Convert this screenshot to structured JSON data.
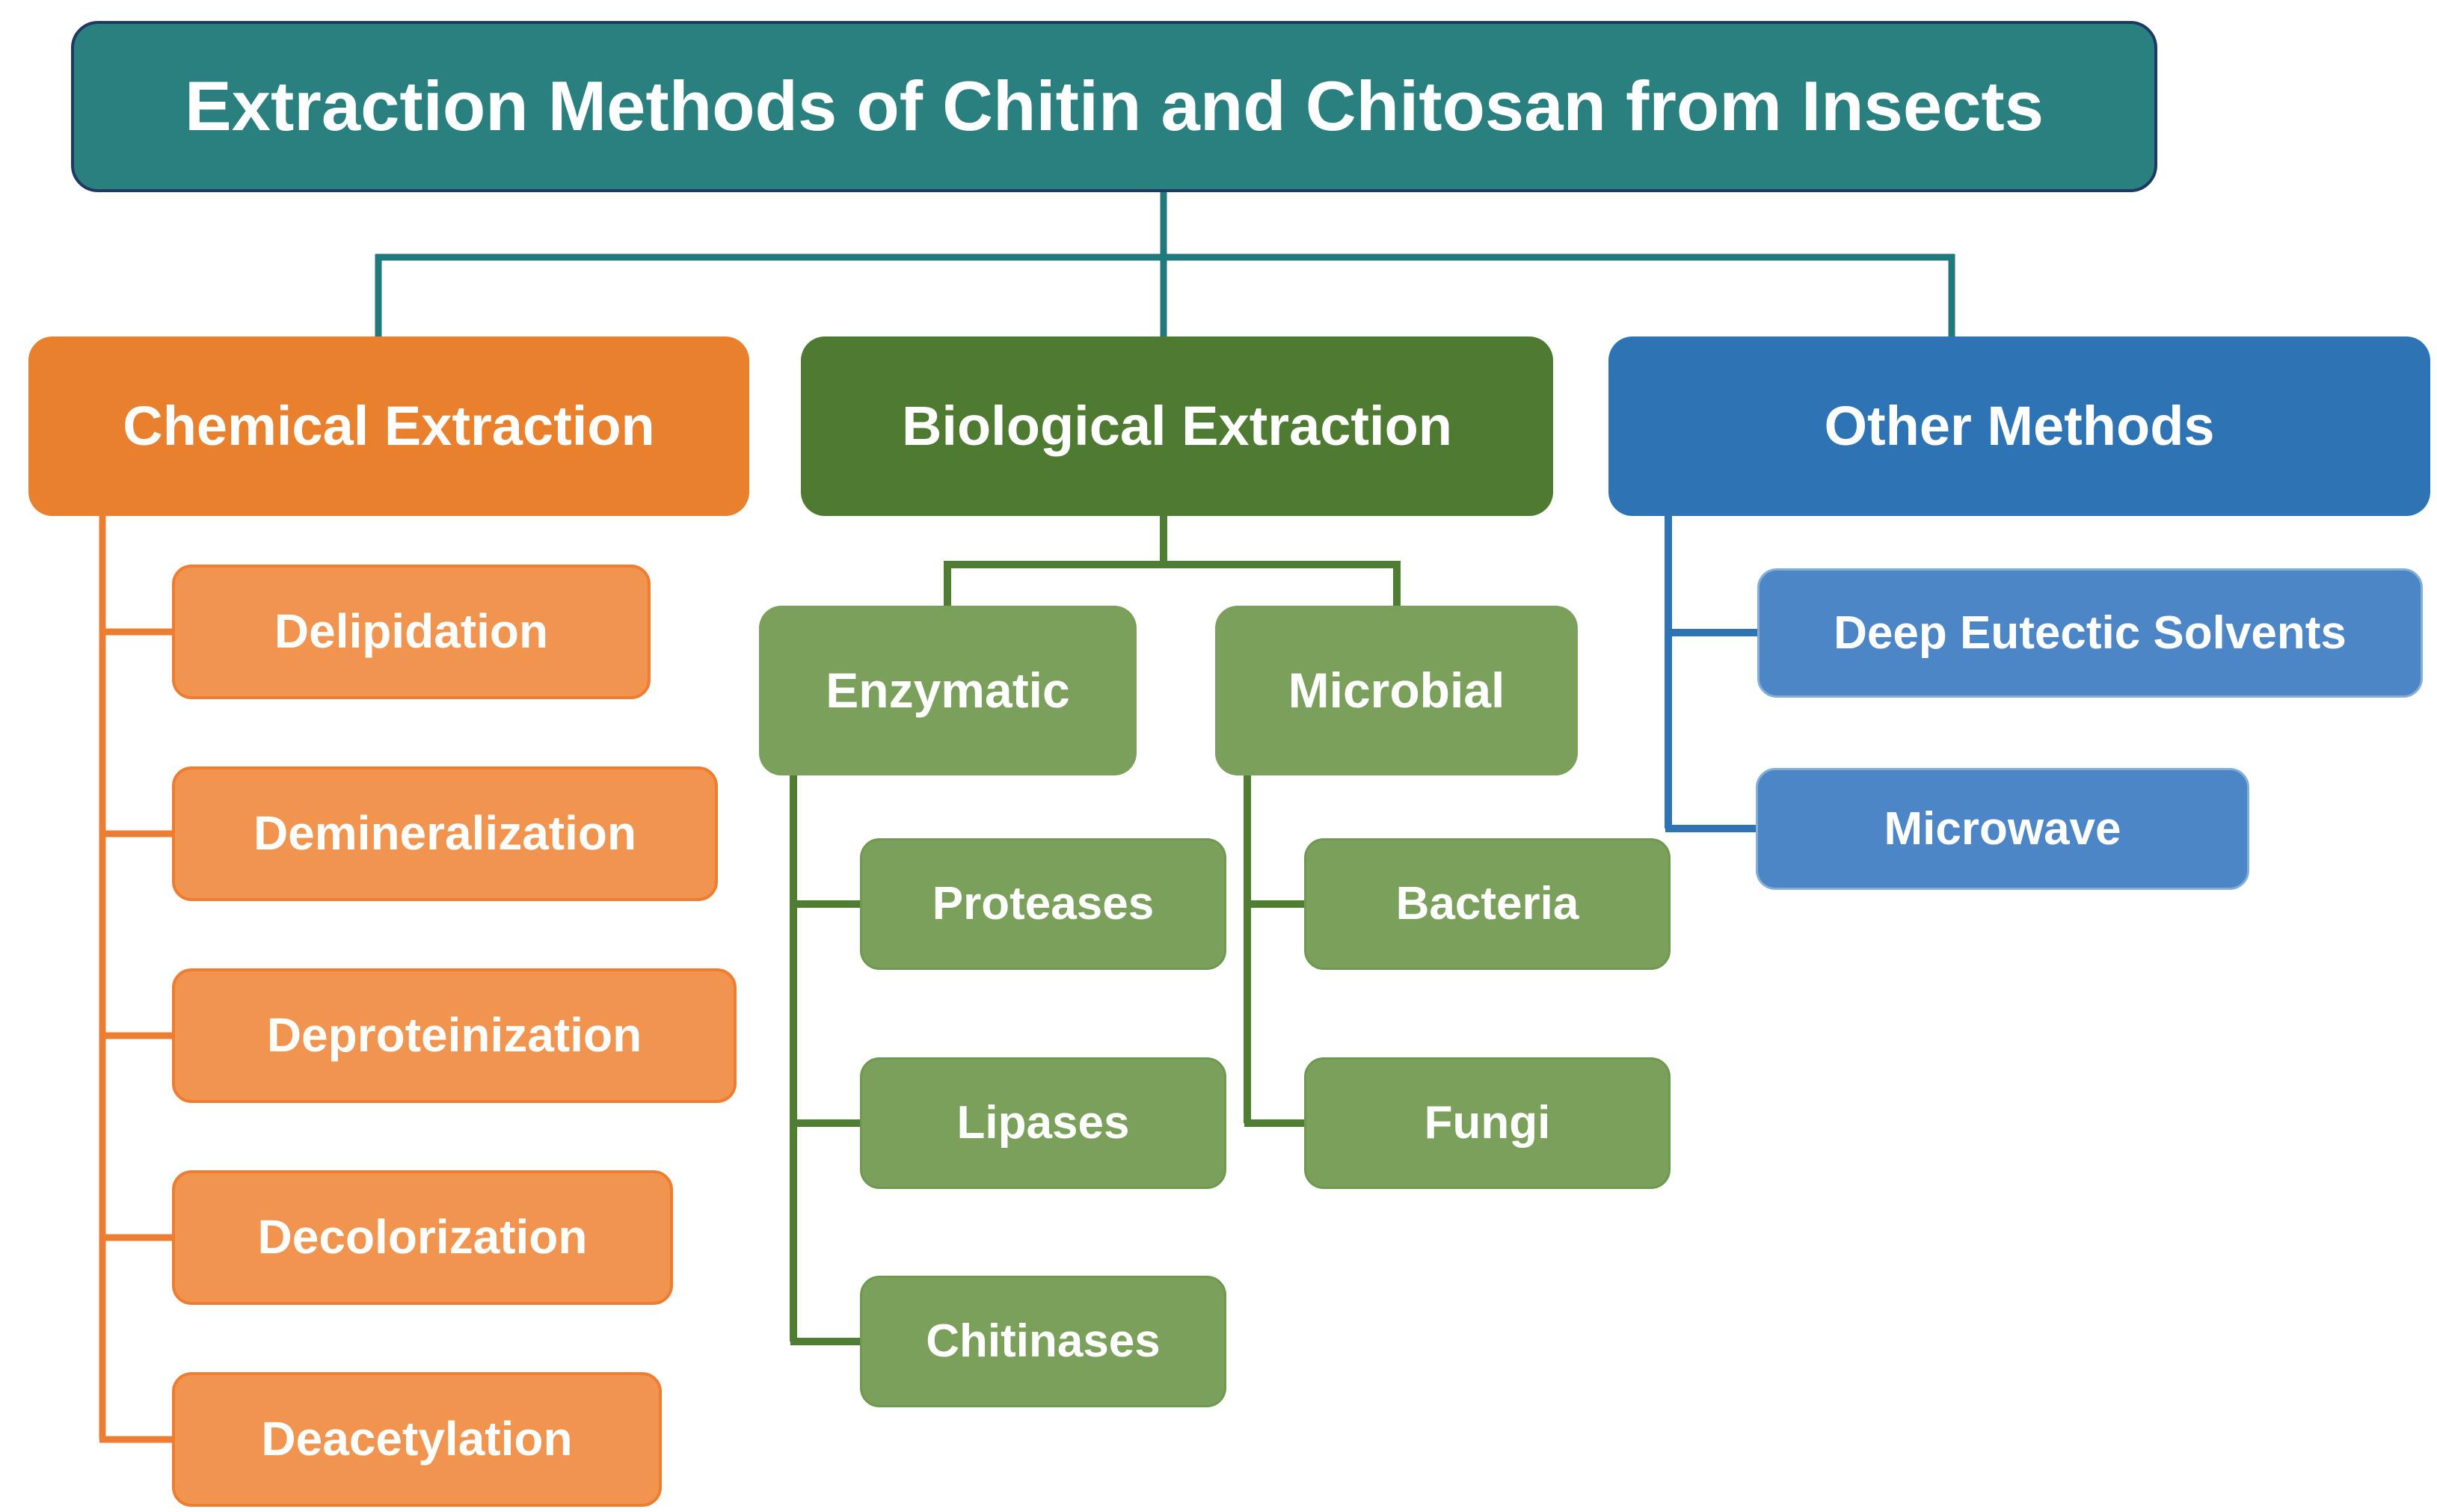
{
  "diagram": {
    "title": "Extraction Methods of Chitin and Chitosan from Insects",
    "branches": [
      {
        "label": "Chemical Extraction",
        "children": [
          {
            "label": "Delipidation"
          },
          {
            "label": "Demineralization"
          },
          {
            "label": "Deproteinization"
          },
          {
            "label": "Decolorization"
          },
          {
            "label": "Deacetylation"
          }
        ]
      },
      {
        "label": "Biological Extraction",
        "children": [
          {
            "label": "Enzymatic",
            "children": [
              {
                "label": "Proteases"
              },
              {
                "label": "Lipases"
              },
              {
                "label": "Chitinases"
              }
            ]
          },
          {
            "label": "Microbial",
            "children": [
              {
                "label": "Bacteria"
              },
              {
                "label": "Fungi"
              }
            ]
          }
        ]
      },
      {
        "label": "Other Methods",
        "children": [
          {
            "label": "Deep Eutectic Solvents"
          },
          {
            "label": "Microwave"
          }
        ]
      }
    ],
    "colors": {
      "title_bg": "#2A7F7F",
      "title_border": "#1F3864",
      "teal_line": "#20797B",
      "chemical_bg": "#E8802E",
      "chemical_child_bg": "#F0944F",
      "chemical_line": "#ED7D31",
      "biological_bg": "#4E7B31",
      "biological_child_bg": "#7BA05C",
      "biological_line": "#4F7D32",
      "other_bg": "#2E74B5",
      "other_child_bg": "#4C86C6",
      "other_line": "#2E74B5"
    }
  }
}
